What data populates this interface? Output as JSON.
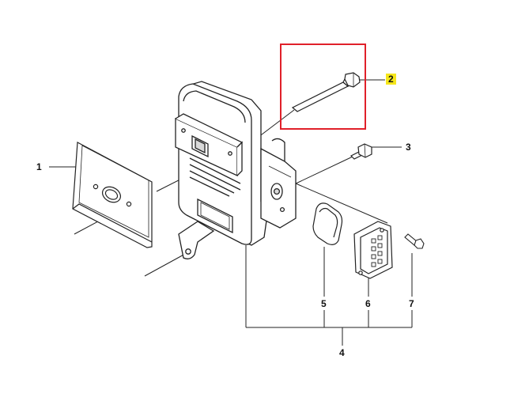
{
  "callouts": {
    "c1": "1",
    "c2": "2",
    "c3": "3",
    "c4": "4",
    "c5": "5",
    "c6": "6",
    "c7": "7"
  },
  "colors": {
    "line": "#222222",
    "part_fill": "#ffffff",
    "shade": "#d9d9d9",
    "highlight_box": "#e0202a",
    "highlight_label": "#f5e61b"
  },
  "highlight": {
    "part": "2"
  }
}
